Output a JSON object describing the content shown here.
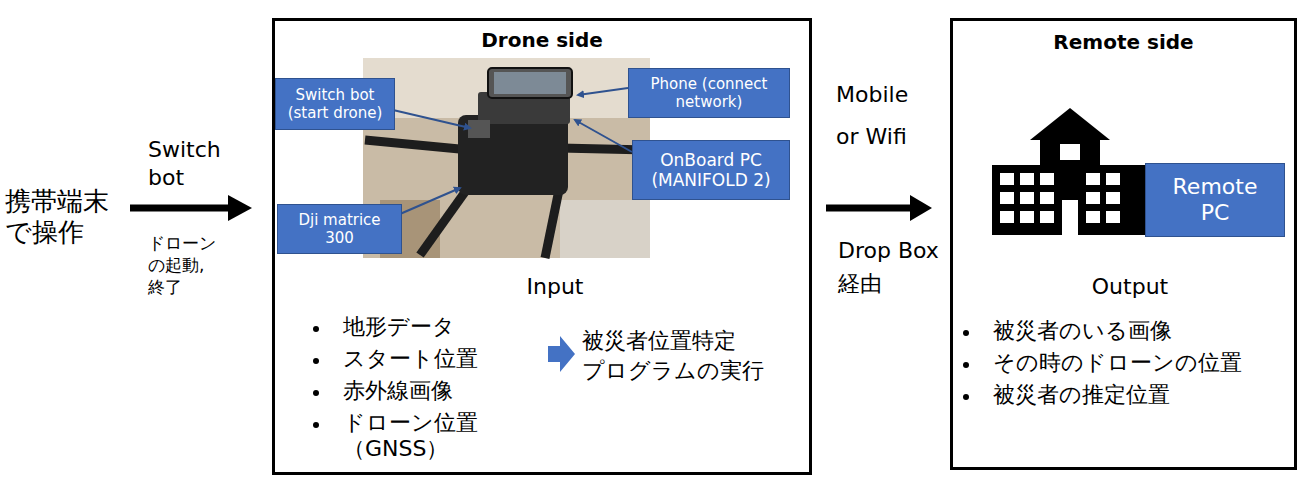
{
  "diagram": {
    "nodes": [
      {
        "text": [
          "Drone side",
          "Input",
          "地形データ",
          "スタート位置",
          "赤外線画像",
          "ドローン位置（GNSS）",
          "被災者位置特定 プログラムの実行"
        ]
      },
      {
        "text": [
          "Switch bot (start drone)"
        ],
        "in": 0
      },
      {
        "text": [
          "Phone (connect network)"
        ],
        "in": 0
      },
      {
        "text": [
          "OnBoard PC (MANIFOLD 2)"
        ],
        "in": 0
      },
      {
        "text": [
          "Dji matrice 300"
        ],
        "in": 0
      },
      {
        "text": [
          "Remote side",
          "Output",
          "被災者のいる画像",
          "その時のドローンの位置",
          "被災者の推定位置"
        ]
      },
      {
        "text": [
          "Remote PC"
        ],
        "in": 5
      }
    ],
    "edges": [
      {
        "from": 0,
        "to": 5,
        "arrow": "to",
        "label": "Mobile or Wifi"
      }
    ],
    "labels": [
      "携帯端末 で操作",
      "Switch bot",
      "ドローン の起動, 終了",
      "Drop Box 経由"
    ]
  }
}
